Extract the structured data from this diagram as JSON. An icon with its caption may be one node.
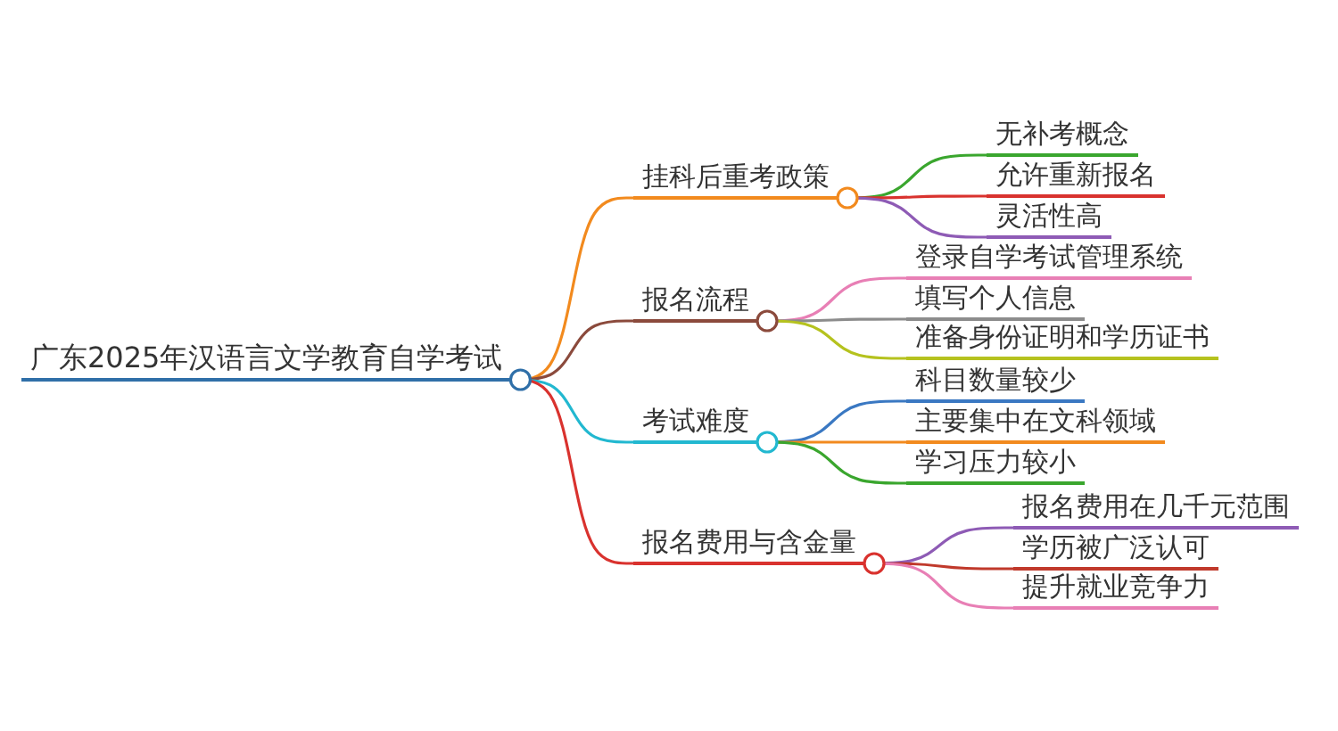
{
  "diagram": {
    "nodes": [
      {
        "text": [
          "广东2025年汉语言文学教育自学考试"
        ]
      },
      {
        "text": [
          "挂科后重考政策"
        ]
      },
      {
        "text": [
          "无补考概念"
        ]
      },
      {
        "text": [
          "允许重新报名"
        ]
      },
      {
        "text": [
          "灵活性高"
        ]
      },
      {
        "text": [
          "报名流程"
        ]
      },
      {
        "text": [
          "登录自学考试管理系统"
        ]
      },
      {
        "text": [
          "填写个人信息"
        ]
      },
      {
        "text": [
          "准备身份证明和学历证书"
        ]
      },
      {
        "text": [
          "考试难度"
        ]
      },
      {
        "text": [
          "科目数量较少"
        ]
      },
      {
        "text": [
          "主要集中在文科领域"
        ]
      },
      {
        "text": [
          "学习压力较小"
        ]
      },
      {
        "text": [
          "报名费用与含金量"
        ]
      },
      {
        "text": [
          "报名费用在几千元范围"
        ]
      },
      {
        "text": [
          "学历被广泛认可"
        ]
      },
      {
        "text": [
          "提升就业竞争力"
        ]
      }
    ],
    "edges": [
      {
        "from": 0,
        "to": 1,
        "arrow": "none",
        "color": "#f28a1e"
      },
      {
        "from": 1,
        "to": 2,
        "arrow": "none",
        "color": "#3aa62e"
      },
      {
        "from": 1,
        "to": 3,
        "arrow": "none",
        "color": "#d9322e"
      },
      {
        "from": 1,
        "to": 4,
        "arrow": "none",
        "color": "#8e5bb5"
      },
      {
        "from": 0,
        "to": 5,
        "arrow": "none",
        "color": "#8b4a3c"
      },
      {
        "from": 5,
        "to": 6,
        "arrow": "none",
        "color": "#e87fb5"
      },
      {
        "from": 5,
        "to": 7,
        "arrow": "none",
        "color": "#8c8c8c"
      },
      {
        "from": 5,
        "to": 8,
        "arrow": "none",
        "color": "#b5c21e"
      },
      {
        "from": 0,
        "to": 9,
        "arrow": "none",
        "color": "#22b8d0"
      },
      {
        "from": 9,
        "to": 10,
        "arrow": "none",
        "color": "#3a78c2"
      },
      {
        "from": 9,
        "to": 11,
        "arrow": "none",
        "color": "#f28a1e"
      },
      {
        "from": 9,
        "to": 12,
        "arrow": "none",
        "color": "#3aa62e"
      },
      {
        "from": 0,
        "to": 13,
        "arrow": "none",
        "color": "#d9322e"
      },
      {
        "from": 13,
        "to": 14,
        "arrow": "none",
        "color": "#8e5bb5"
      },
      {
        "from": 13,
        "to": 15,
        "arrow": "none",
        "color": "#c0392b"
      },
      {
        "from": 13,
        "to": 16,
        "arrow": "none",
        "color": "#e87fb5"
      }
    ]
  }
}
